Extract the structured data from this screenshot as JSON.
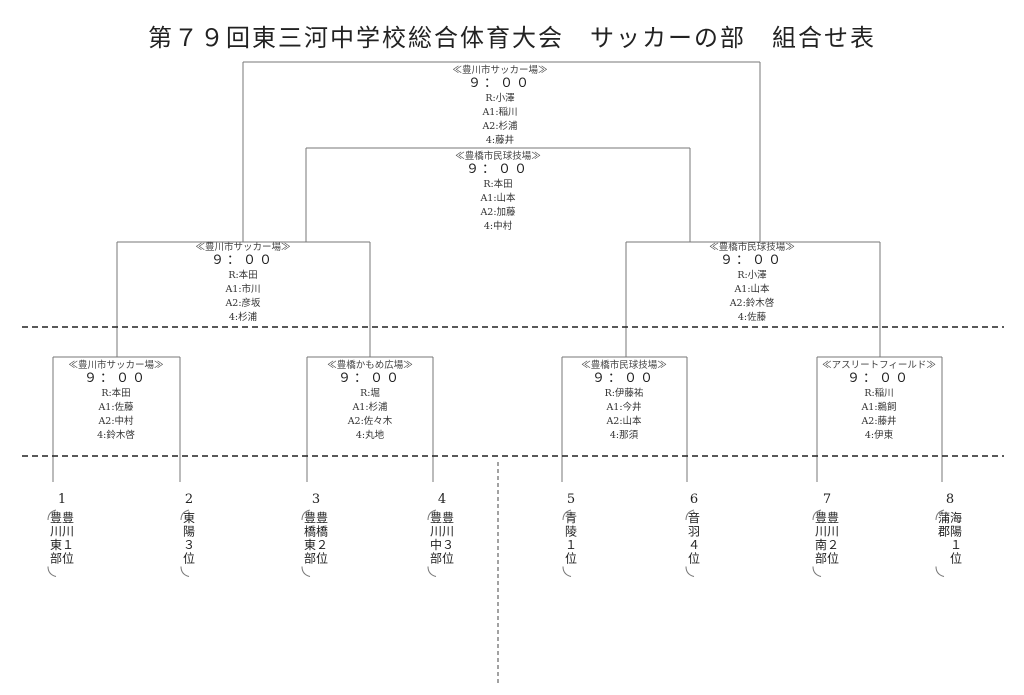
{
  "title": "第７９回東三河中学校総合体育大会　サッカーの部　組合せ表",
  "matches": [
    {
      "id": "final",
      "venue": "≪豊川市サッカー場≫",
      "time": "９：００",
      "refs": [
        "R:小澤",
        "A1:稲川",
        "A2:杉浦",
        "4:藤井"
      ]
    },
    {
      "id": "third",
      "venue": "≪豊橋市民球技場≫",
      "time": "９：００",
      "refs": [
        "R:本田",
        "A1:山本",
        "A2:加藤",
        "4:中村"
      ]
    },
    {
      "id": "semi-left",
      "venue": "≪豊川市サッカー場≫",
      "time": "９：００",
      "refs": [
        "R:本田",
        "A1:市川",
        "A2:彦坂",
        "4:杉浦"
      ]
    },
    {
      "id": "semi-right",
      "venue": "≪豊橋市民球技場≫",
      "time": "９：００",
      "refs": [
        "R:小澤",
        "A1:山本",
        "A2:鈴木啓",
        "4:佐藤"
      ]
    },
    {
      "id": "qf1",
      "venue": "≪豊川市サッカー場≫",
      "time": "９：００",
      "refs": [
        "R:本田",
        "A1:佐藤",
        "A2:中村",
        "4:鈴木啓"
      ]
    },
    {
      "id": "qf2",
      "venue": "≪豊橋かもめ広場≫",
      "time": "９：００",
      "refs": [
        "R:堀",
        "A1:杉浦",
        "A2:佐々木",
        "4:丸地"
      ]
    },
    {
      "id": "qf3",
      "venue": "≪豊橋市民球技場≫",
      "time": "９：００",
      "refs": [
        "R:伊藤祐",
        "A1:今井",
        "A2:山本",
        "4:那須"
      ]
    },
    {
      "id": "qf4",
      "venue": "≪アスリートフィールド≫",
      "time": "９：００",
      "refs": [
        "R:稲川",
        "A1:鵜飼",
        "A2:藤井",
        "4:伊東"
      ]
    }
  ],
  "teams": [
    {
      "num": "1",
      "label": "（豊川１位）（豊川東部）",
      "cols": [
        "豊川１位",
        "豊川東部"
      ]
    },
    {
      "num": "2",
      "label": "（東陽３位）",
      "cols": [
        "東陽３位"
      ]
    },
    {
      "num": "3",
      "label": "（豊橋２位）（豊橋東部）",
      "cols": [
        "豊橋２位",
        "豊橋東部"
      ]
    },
    {
      "num": "4",
      "label": "（豊川３位）（豊川中部）",
      "cols": [
        "豊川３位",
        "豊川中部"
      ]
    },
    {
      "num": "5",
      "label": "（青陵１位）",
      "cols": [
        "青陵１位"
      ]
    },
    {
      "num": "6",
      "label": "（音羽４位）",
      "cols": [
        "音羽４位"
      ]
    },
    {
      "num": "7",
      "label": "（豊川２位）（豊川南部）",
      "cols": [
        "豊川２位",
        "豊川南部"
      ]
    },
    {
      "num": "8",
      "label": "（海陽１位）（蒲郡）",
      "cols": [
        "海陽１位",
        "蒲郡"
      ]
    }
  ]
}
